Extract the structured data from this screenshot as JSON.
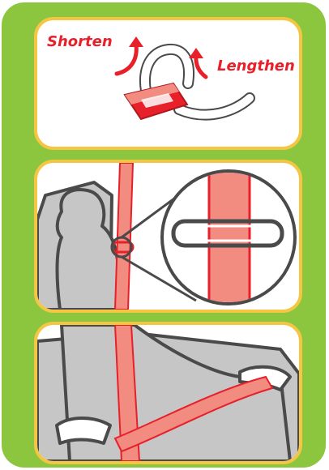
{
  "labels": {
    "shorten": "Shorten",
    "lengthen": "Lengthen"
  },
  "colors": {
    "frame": "#8cc63f",
    "panel_border": "#f5c644",
    "accent_red": "#e8202a",
    "belt_fill": "#f28b80",
    "seat_gray": "#c6c6c6",
    "outline": "#4a4a4a"
  },
  "panels": [
    {
      "name": "belt-adjuster-panel"
    },
    {
      "name": "shoulder-belt-clip-panel"
    },
    {
      "name": "lap-belt-panel"
    }
  ]
}
